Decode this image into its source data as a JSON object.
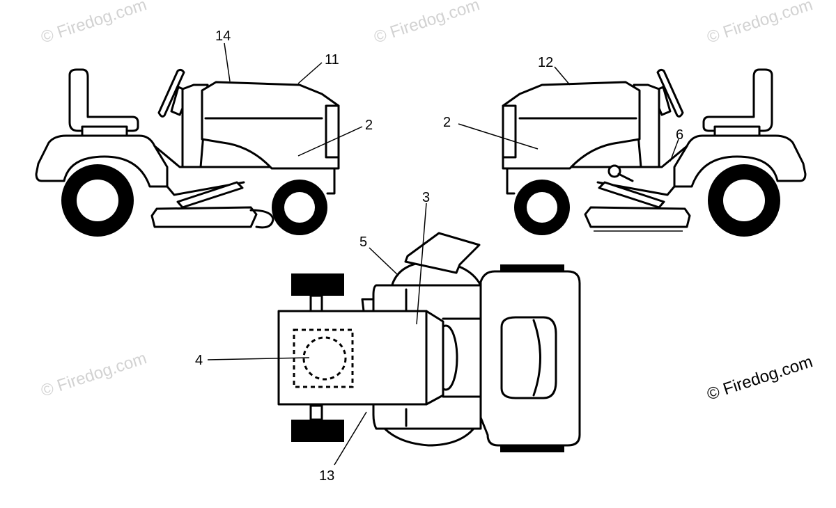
{
  "watermark": "© Firedog.com",
  "callouts": {
    "c14": "14",
    "c11": "11",
    "c2_left": "2",
    "c12": "12",
    "c2_right": "2",
    "c6": "6",
    "c3": "3",
    "c5": "5",
    "c4": "4",
    "c13": "13"
  }
}
